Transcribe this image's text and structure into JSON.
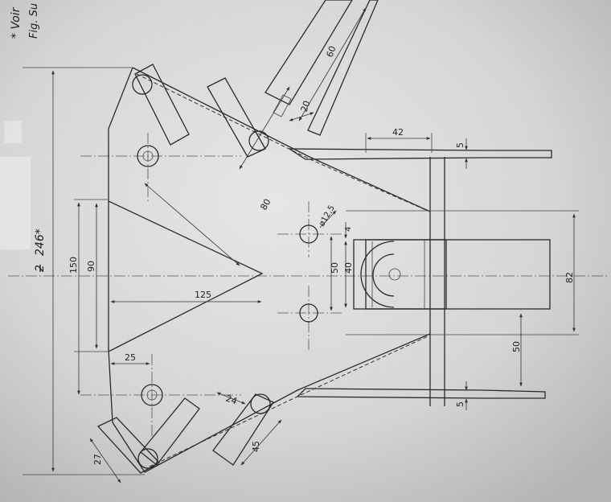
{
  "note": {
    "line1": "* Voir",
    "line2": "Fig. Su"
  },
  "dimensions": {
    "overall_height": "246*",
    "overall_height_struck": "2",
    "d150": "150",
    "d90": "90",
    "d125": "125",
    "d25": "25",
    "d27": "27",
    "d24": "24",
    "d45": "45",
    "d80": "80",
    "d60_top": "60",
    "d20_top": "20",
    "d42": "42",
    "d5_top": "5",
    "d5_bottom": "5",
    "hole_dia": "ø12,5",
    "d4": "4",
    "d50_left": "50",
    "d40": "40",
    "d82": "82",
    "d50_right": "50"
  }
}
